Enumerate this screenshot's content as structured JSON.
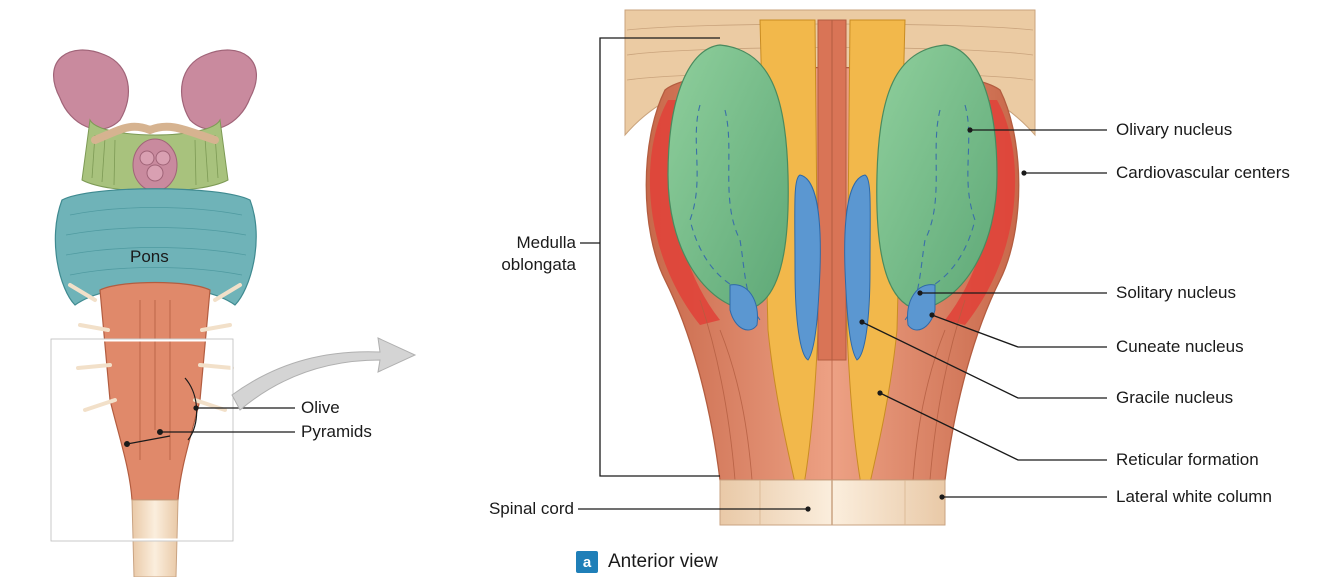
{
  "overview": {
    "pons_label": "Pons",
    "olive_label": "Olive",
    "pyramids_label": "Pyramids"
  },
  "detail": {
    "medulla_label_line1": "Medulla",
    "medulla_label_line2": "oblongata",
    "spinal_cord_label": "Spinal cord",
    "right_labels": [
      "Olivary nucleus",
      "Cardiovascular centers",
      "Solitary nucleus",
      "Cuneate nucleus",
      "Gracile nucleus",
      "Reticular formation",
      "Lateral white column"
    ]
  },
  "caption": {
    "badge": "a",
    "text": "Anterior view"
  },
  "colors": {
    "pons": "#6fb3b8",
    "medulla": "#e0896a",
    "olivary_nucleus": "#7bbf8e",
    "cardiovascular": "#e0443a",
    "gracile": "#5b97d1",
    "reticular": "#f2b84b",
    "white_column": "#f3dcc0",
    "accent": "#1f7fb8"
  }
}
